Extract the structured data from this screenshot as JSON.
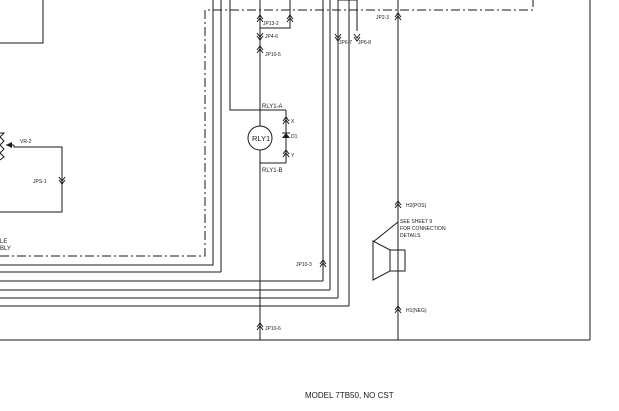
{
  "connectors": {
    "jp13_2": "JP13-2",
    "jp4_6": "JP4-6",
    "jp10_5": "JP10-5",
    "jp6_7": "JP6-7",
    "jp6_8": "JP6-8",
    "jp2_3": "JP2-3",
    "jp10_3": "JP10-3",
    "jp10_6": "JP10-6",
    "jps_1": "JPS-1"
  },
  "relay": {
    "label": "RLY1",
    "terminal_a": "RLY1-A",
    "terminal_b": "RLY1-B",
    "pin_x": "X",
    "pin_y": "Y",
    "diode": "D1"
  },
  "vr2": "VR-2",
  "horn": {
    "pos": "H2(POS)",
    "neg": "H1(NEG)",
    "note_lines": [
      "SEE SHEET 9",
      "FOR CONNECTION",
      "DETAILS"
    ]
  },
  "left_labels": [
    "LE",
    "BLY"
  ],
  "caption": "MODEL 7TB50, NO CST"
}
